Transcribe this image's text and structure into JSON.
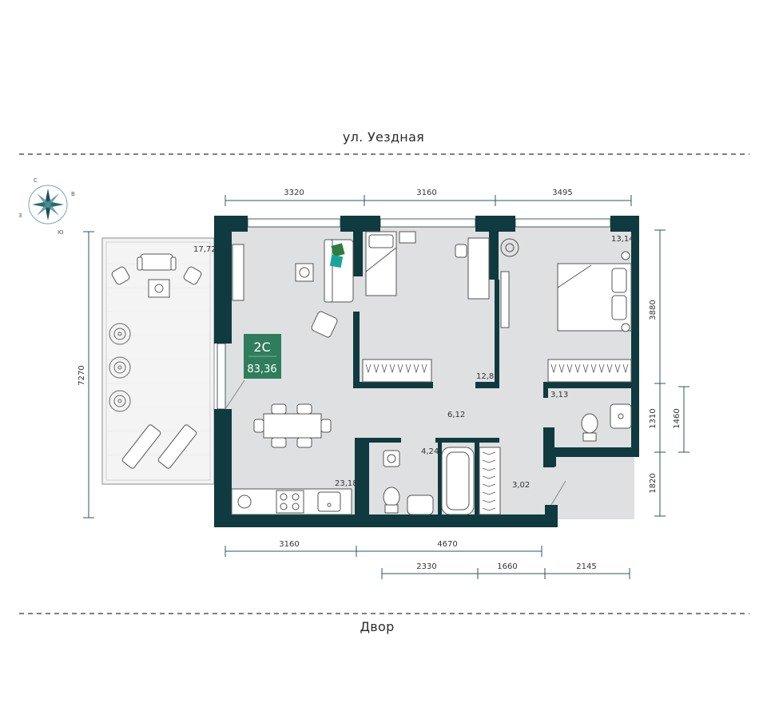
{
  "streets": {
    "top": "ул. Уездная",
    "bottom": "Двор"
  },
  "compass": {
    "n": "С",
    "e": "В",
    "s": "Ю",
    "w": "З"
  },
  "apartment": {
    "type": "2С",
    "total_area": "83,36"
  },
  "rooms": {
    "terrace": "17,72",
    "bedroom_large": "13,14",
    "bedroom_small": "12,81",
    "hallway": "6,12",
    "bathroom_small": "3,13",
    "bathroom": "4,24",
    "storage": "3,02",
    "living_kitchen": "23,18"
  },
  "dimensions": {
    "top": [
      "3320",
      "3160",
      "3495"
    ],
    "bottom_row1": [
      "3160",
      "4670"
    ],
    "bottom_row2": [
      "2330",
      "1660",
      "2145"
    ],
    "right": [
      "3880",
      "1310",
      "1460",
      "1820"
    ],
    "left": "7270"
  },
  "colors": {
    "wall": "#0f3a3f",
    "floor": "#dfe0e1",
    "badge": "#2f7d5c",
    "accent": "#2a9d7a"
  }
}
